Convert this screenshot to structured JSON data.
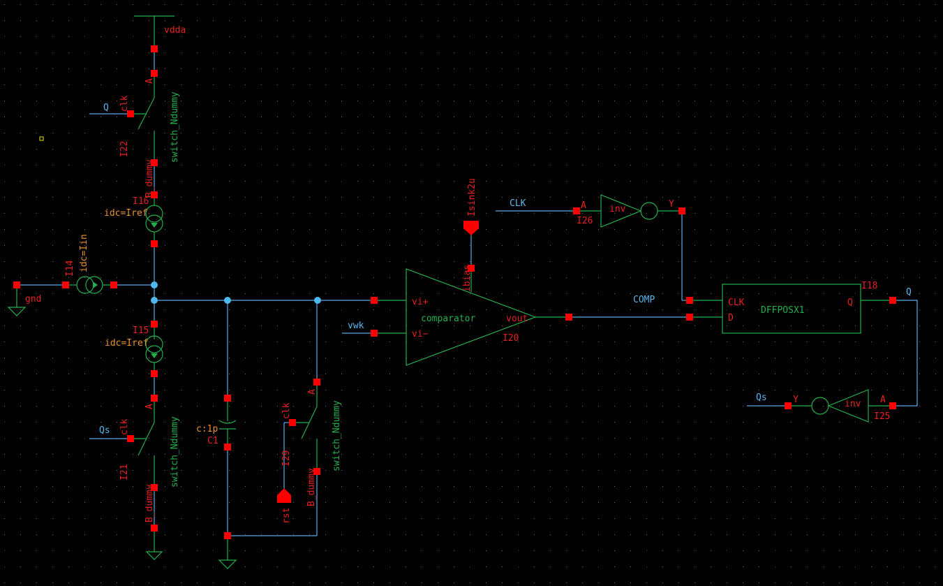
{
  "colors": {
    "background": "#000000",
    "wire": "#5aa8e6",
    "symbol": "#22b04c",
    "pin": "#ff0000",
    "instance_label": "#e82020",
    "parameter": "#e8902c",
    "net_label": "#5ab4ec"
  },
  "supply": {
    "vdda": "vdda",
    "gnd": "gnd"
  },
  "I22": {
    "name": "I22",
    "cell": "switch_Ndummy",
    "pin_a": "A",
    "pin_clk": "clk",
    "pin_b": "B_dummy",
    "net_clk": "Q"
  },
  "I21": {
    "name": "I21",
    "cell": "switch_Ndummy",
    "pin_a": "A",
    "pin_clk": "clk",
    "pin_b": "B_dummy",
    "net_clk": "Qs"
  },
  "I29": {
    "name": "I29",
    "cell": "switch_Ndummy",
    "pin_a": "A",
    "pin_clk": "clk",
    "pin_b": "B_dummy",
    "pin_rst": "rst"
  },
  "I16": {
    "name": "I16",
    "param": "idc=Iref"
  },
  "I15": {
    "name": "I15",
    "param": "idc=Iref"
  },
  "I14": {
    "name": "I14",
    "param": "idc=Iin"
  },
  "C1": {
    "name": "C1",
    "param": "c:1p"
  },
  "I20": {
    "name": "I20",
    "cell": "comparator",
    "pin_vip": "vi+",
    "pin_vim": "vi−",
    "pin_out": "vout",
    "pin_bias": "ibias",
    "bias_pin": "Isink2u",
    "net_vim": "vwk"
  },
  "I26": {
    "name": "I26",
    "cell": "inv",
    "pin_a": "A",
    "pin_y": "Y",
    "net_in": "CLK"
  },
  "I18": {
    "name": "I18",
    "cell": "DFFPOSX1",
    "pin_clk": "CLK",
    "pin_d": "D",
    "pin_q": "Q",
    "net_d": "COMP",
    "net_q": "Q"
  },
  "I25": {
    "name": "I25",
    "cell": "inv",
    "pin_a": "A",
    "pin_y": "Y",
    "net_out": "Qs"
  }
}
